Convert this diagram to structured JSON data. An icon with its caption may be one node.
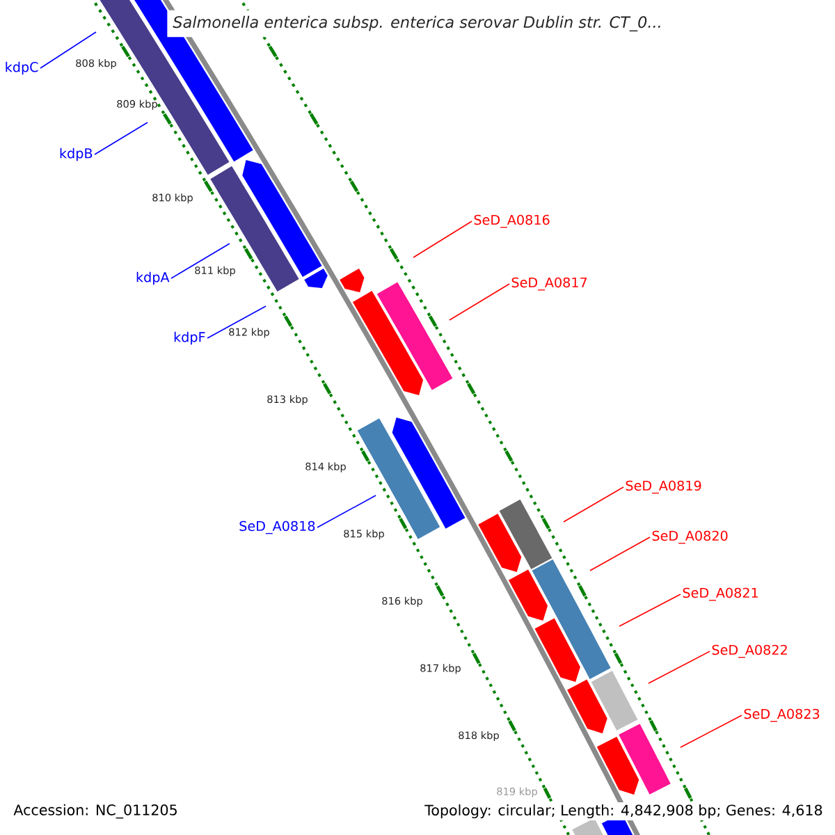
{
  "diagram": {
    "title": "Salmonella enterica subsp. enterica serovar Dublin str. CT_0...",
    "nodes": [
      {
        "text": [
          "kdpC"
        ]
      },
      {
        "text": [
          "kdpB"
        ]
      },
      {
        "text": [
          "SeD_A0816"
        ]
      },
      {
        "text": [
          "kdpA"
        ]
      },
      {
        "text": [
          "SeD_A0817"
        ]
      },
      {
        "text": [
          "kdpF"
        ]
      },
      {
        "text": [
          "SeD_A0819"
        ]
      },
      {
        "text": [
          "SeD_A0818"
        ]
      },
      {
        "text": [
          "SeD_A0820"
        ]
      },
      {
        "text": [
          "SeD_A0821"
        ]
      },
      {
        "text": [
          "SeD_A0822"
        ]
      },
      {
        "text": [
          "SeD_A0823"
        ]
      }
    ],
    "edges": [
      {
        "from": 0,
        "to": null,
        "arrow": "none",
        "color": "#0000ff"
      },
      {
        "from": 1,
        "to": null,
        "arrow": "none",
        "color": "#0000ff"
      },
      {
        "from": 2,
        "to": null,
        "arrow": "none"
      },
      {
        "from": 3,
        "to": null,
        "arrow": "none",
        "color": "#0000ff"
      },
      {
        "from": 4,
        "to": null,
        "arrow": "none"
      },
      {
        "from": 5,
        "to": null,
        "arrow": "none",
        "color": "#0000ff"
      },
      {
        "from": 6,
        "to": null,
        "arrow": "none"
      },
      {
        "from": 7,
        "to": null,
        "arrow": "none",
        "color": "#0000ff"
      },
      {
        "from": 8,
        "to": null,
        "arrow": "none"
      },
      {
        "from": 9,
        "to": null,
        "arrow": "none"
      },
      {
        "from": 10,
        "to": null,
        "arrow": "none"
      },
      {
        "from": 11,
        "to": null,
        "arrow": "none"
      }
    ],
    "labels": [
      "808 kbp",
      "809 kbp",
      "810 kbp",
      "811 kbp",
      "812 kbp",
      "813 kbp",
      "814 kbp",
      "815 kbp",
      "816 kbp",
      "817 kbp",
      "818 kbp",
      "819 kbp",
      "Accession: NC_011205",
      "Topology: circular; Length: 4,842,908 bp; Genes: 4,618"
    ]
  }
}
